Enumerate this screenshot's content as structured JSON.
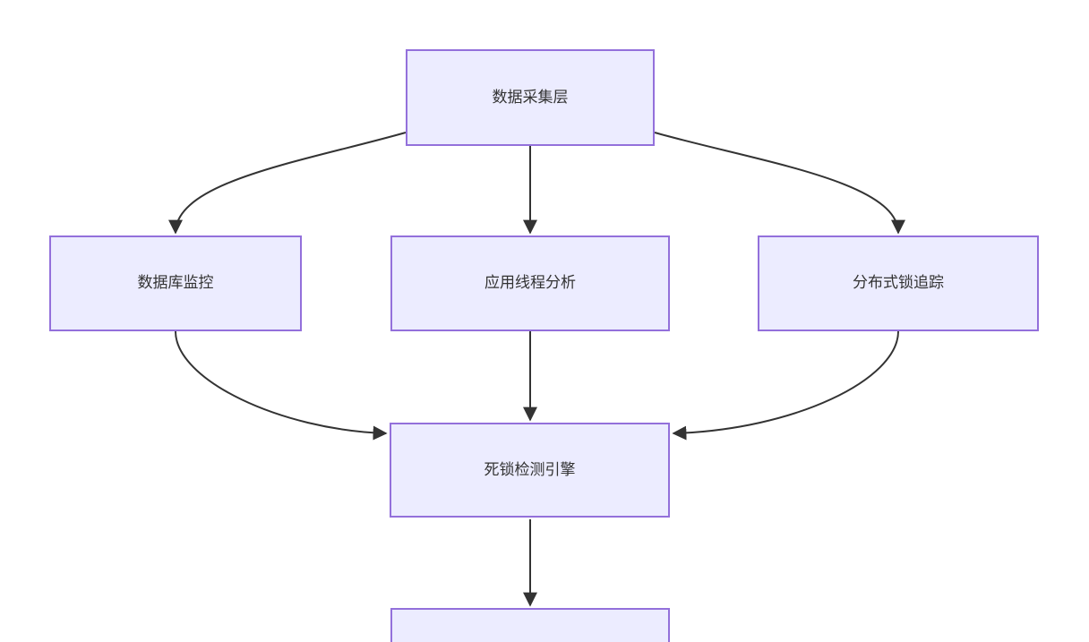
{
  "diagram": {
    "type": "flowchart-top-down",
    "nodes": {
      "collect": {
        "label": "数据采集层"
      },
      "db": {
        "label": "数据库监控"
      },
      "thread": {
        "label": "应用线程分析"
      },
      "dist": {
        "label": "分布式锁追踪"
      },
      "engine": {
        "label": "死锁检测引擎"
      },
      "output": {
        "label": ""
      }
    },
    "edges": [
      {
        "from": "collect",
        "to": "db"
      },
      {
        "from": "collect",
        "to": "thread"
      },
      {
        "from": "collect",
        "to": "dist"
      },
      {
        "from": "db",
        "to": "engine"
      },
      {
        "from": "thread",
        "to": "engine"
      },
      {
        "from": "dist",
        "to": "engine"
      },
      {
        "from": "engine",
        "to": "output"
      }
    ],
    "colors": {
      "node_fill": "#ECECFF",
      "node_border": "#9370DB",
      "edge": "#333333",
      "text": "#333333",
      "background": "#FFFFFF"
    }
  }
}
